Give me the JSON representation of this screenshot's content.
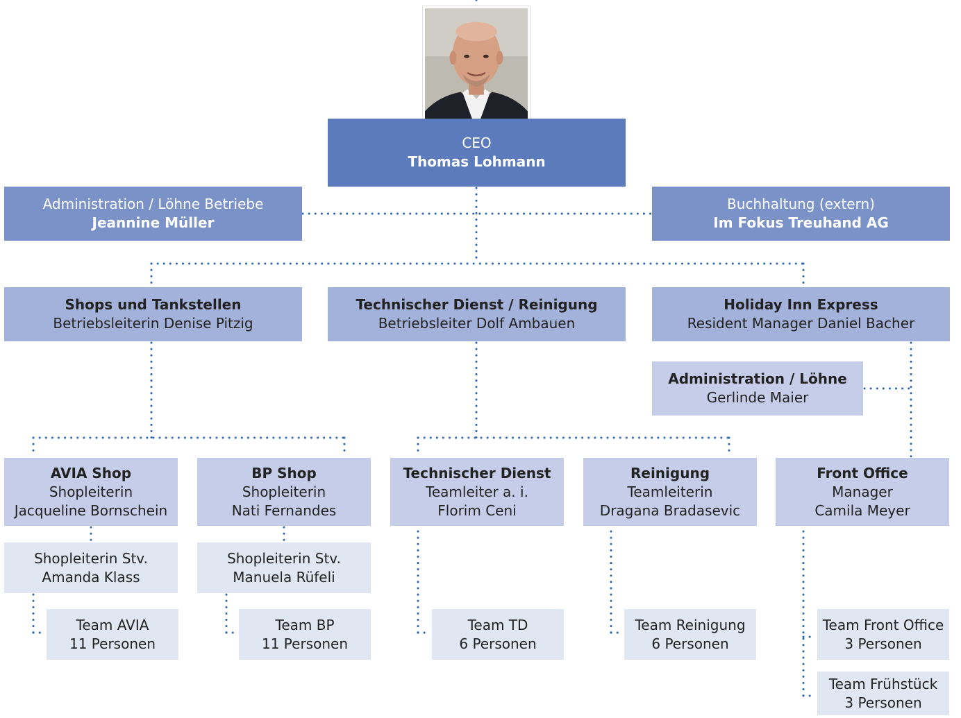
{
  "colors": {
    "connector": "#2f67b1",
    "ceo_box": "#5c7bbd",
    "staff_box": "#7b92c8",
    "department_box": "#a3b2db",
    "unit_box": "#c5cde8",
    "team_box": "#e1e6f3"
  },
  "ceo": {
    "role": "CEO",
    "name": "Thomas Lohmann"
  },
  "staff": {
    "administration": {
      "role": "Administration / Löhne Betriebe",
      "name": "Jeannine Müller"
    },
    "accounting": {
      "role": "Buchhaltung (extern)",
      "name": "Im Fokus Treuhand AG"
    }
  },
  "departments": {
    "shops": {
      "title": "Shops und Tankstellen",
      "lead": "Betriebsleiterin Denise Pitzig"
    },
    "technical": {
      "title": "Technischer Dienst / Reinigung",
      "lead": "Betriebsleiter Dolf Ambauen"
    },
    "hotel": {
      "title": "Holiday Inn Express",
      "lead": "Resident Manager Daniel Bacher"
    }
  },
  "hotel_admin": {
    "title": "Administration / Löhne",
    "name": "Gerlinde Maier"
  },
  "units": {
    "avia": {
      "title": "AVIA Shop",
      "role": "Shopleiterin",
      "name": "Jacqueline Bornschein"
    },
    "bp": {
      "title": "BP Shop",
      "role": "Shopleiterin",
      "name": "Nati Fernandes"
    },
    "td": {
      "title": "Technischer Dienst",
      "role": "Teamleiter a. i.",
      "name": "Florim Ceni"
    },
    "cleaning": {
      "title": "Reinigung",
      "role": "Teamleiterin",
      "name": "Dragana Bradasevic"
    },
    "front_office": {
      "title": "Front Office",
      "role": "Manager",
      "name": "Camila Meyer"
    }
  },
  "deputies": {
    "avia": {
      "role": "Shopleiterin Stv.",
      "name": "Amanda Klass"
    },
    "bp": {
      "role": "Shopleiterin Stv.",
      "name": "Manuela Rüfeli"
    }
  },
  "teams": {
    "avia": {
      "name": "Team AVIA",
      "size": "11 Personen"
    },
    "bp": {
      "name": "Team BP",
      "size": "11 Personen"
    },
    "td": {
      "name": "Team TD",
      "size": "6 Personen"
    },
    "cleaning": {
      "name": "Team Reinigung",
      "size": "6 Personen"
    },
    "front_office": {
      "name": "Team Front Office",
      "size": "3 Personen"
    },
    "breakfast": {
      "name": "Team Frühstück",
      "size": "3 Personen"
    }
  }
}
